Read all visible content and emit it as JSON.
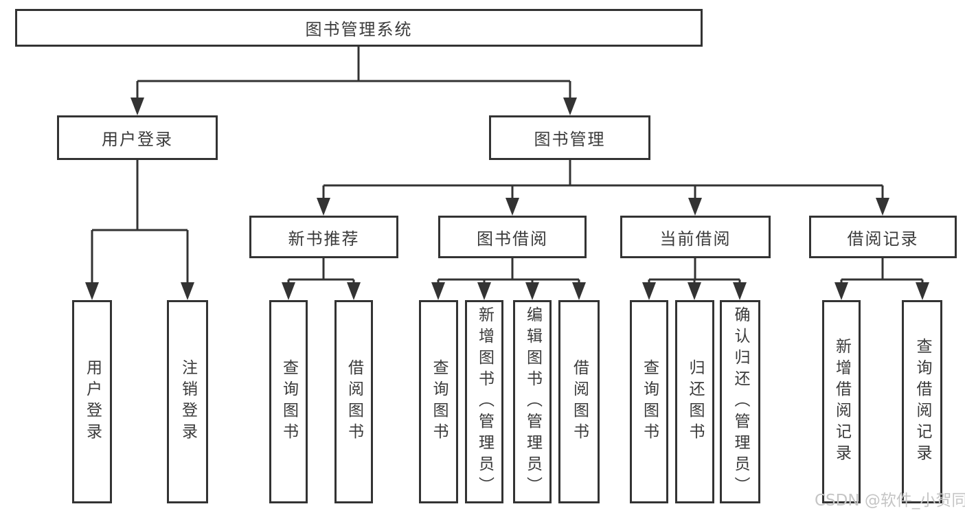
{
  "diagram": {
    "root": "图书管理系统",
    "level2": {
      "user_login": "用户登录",
      "book_management": "图书管理"
    },
    "user_login_children": {
      "login": "用户登录",
      "logout": "注销登录"
    },
    "book_management_children": {
      "new_book_recommend": "新书推荐",
      "book_borrowing": "图书借阅",
      "current_borrowing": "当前借阅",
      "borrowing_records": "借阅记录"
    },
    "new_book_recommend_children": {
      "query_books": "查询图书",
      "borrow_books": "借阅图书"
    },
    "book_borrowing_children": {
      "query_books": "查询图书",
      "add_books": "新增图书（管理员）",
      "edit_books": "编辑图书（管理员）",
      "borrow_books": "借阅图书"
    },
    "current_borrowing_children": {
      "query_books": "查询图书",
      "return_books": "归还图书",
      "confirm_return": "确认归还（管理员）"
    },
    "borrowing_records_children": {
      "add_record": "新增借阅记录",
      "query_record": "查询借阅记录"
    }
  },
  "watermark": "CSDN @软件_小贺同学",
  "colors": {
    "line": "#333333",
    "text": "#3a3a3a",
    "watermark": "#c5c5c5",
    "background": "#ffffff"
  }
}
